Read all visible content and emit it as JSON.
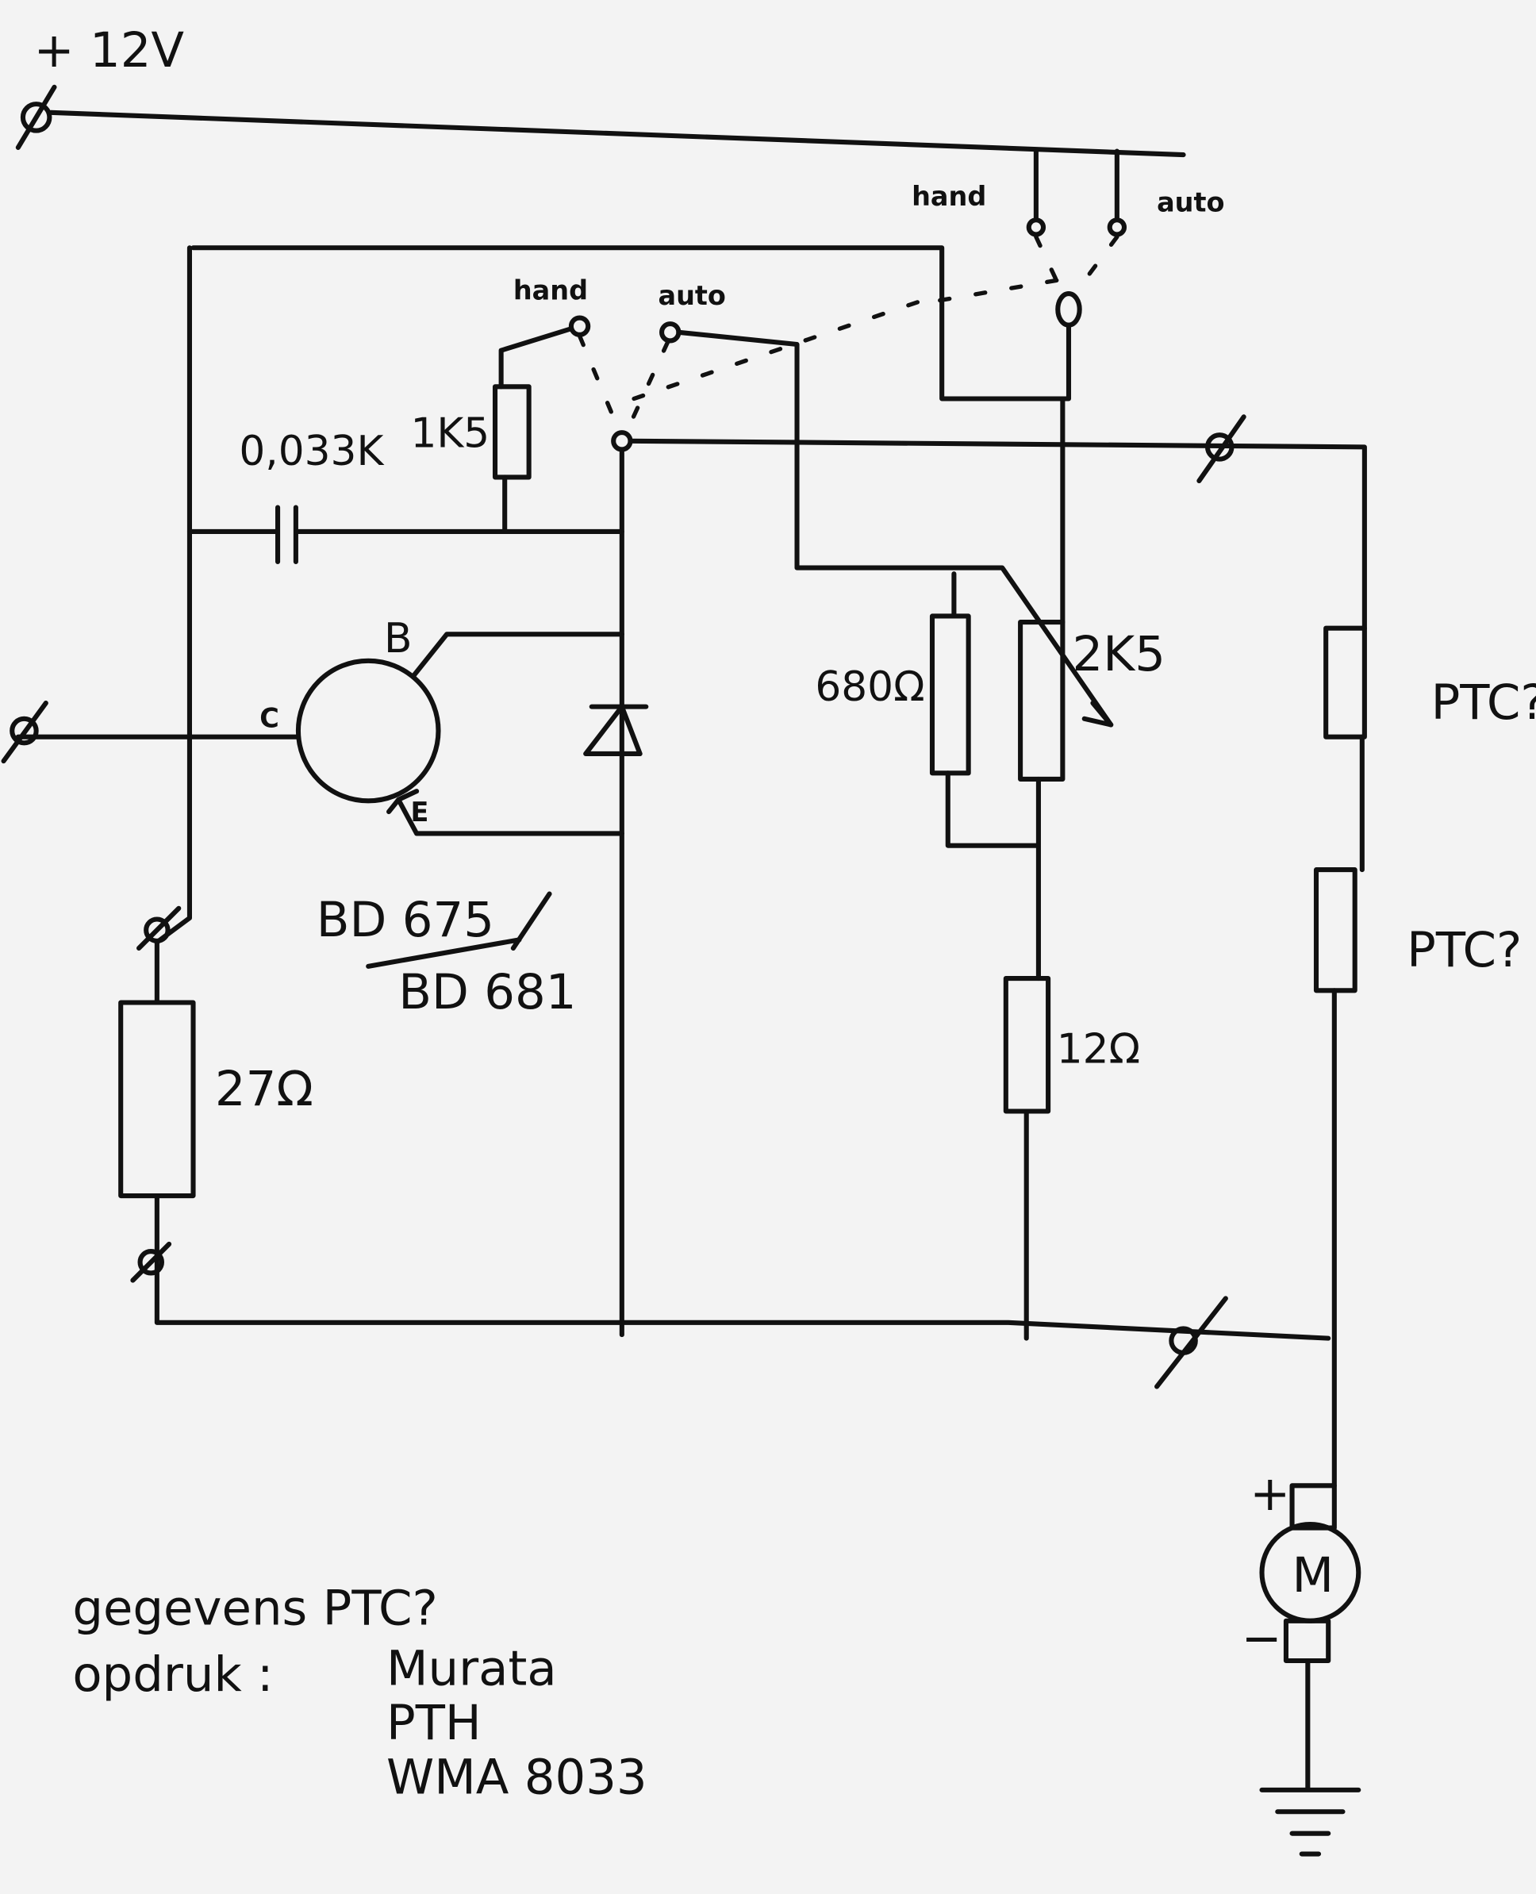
{
  "supply_label": "+ 12V",
  "switch_top": {
    "hand": "hand",
    "auto": "auto"
  },
  "switch_left": {
    "hand": "hand",
    "auto": "auto"
  },
  "components": {
    "r_1k5": "1K5",
    "capacitor": "0,033K",
    "transistor_b": "B",
    "transistor_c": "C",
    "transistor_e": "E",
    "transistor_type_1": "BD 675",
    "transistor_type_2": "BD 681",
    "r_680": "680Ω",
    "pot_2k5": "2K5",
    "r_12": "12Ω",
    "r_27": "27Ω",
    "ptc_1": "PTC?",
    "ptc_2": "PTC?",
    "motor": "M",
    "motor_plus": "+",
    "motor_minus": "−"
  },
  "notes": {
    "line1": "gegevens PTC?",
    "line2_label": "opdruk :",
    "line2": "Murata",
    "line3": "PTH",
    "line4": "WMA 8033"
  }
}
